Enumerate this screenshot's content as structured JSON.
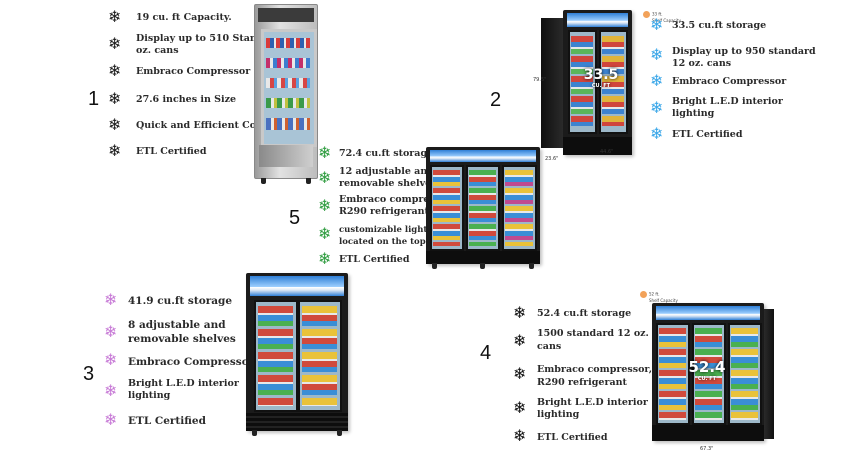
{
  "products": [
    {
      "number": "1",
      "color": "#1a1a1a",
      "features": [
        "19 cu. ft Capacity.",
        "Display up to 510 Standard 12",
        "oz. cans",
        "Embraco Compressor",
        "27.6 inches in Size",
        "Quick and Efficient Cooling",
        "ETL Certified"
      ]
    },
    {
      "number": "2",
      "color": "#39a6e8",
      "capacity_label": "33.5",
      "capacity_unit": "CU. FT",
      "badge": [
        "33 ft.",
        "Shelf Capacity"
      ],
      "dims": [
        "79.5\"",
        "23.6\"",
        "44.6\""
      ],
      "features": [
        "33.5 cu.ft storage",
        "Display up to 950 standard",
        "12 oz. cans",
        "Embraco Compressor",
        "Bright L.E.D interior",
        "lighting",
        "ETL Certified"
      ]
    },
    {
      "number": "3",
      "color": "#c77ad6",
      "features": [
        "41.9 cu.ft storage",
        "8 adjustable and",
        "removable shelves",
        "Embraco Compressor",
        "Bright L.E.D interior",
        "lighting",
        "ETL Certified"
      ]
    },
    {
      "number": "4",
      "color": "#111111",
      "capacity_label": "52.4",
      "capacity_unit": "CU. FT",
      "badge": [
        "52 ft.",
        "Shelf Capacity"
      ],
      "dims": [
        "67.3\""
      ],
      "features": [
        "52.4 cu.ft storage",
        "1500 standard 12 oz.",
        "cans",
        "Embraco compressor,",
        "R290 refrigerant",
        "Bright L.E.D interior",
        "lighting",
        "ETL Certified"
      ]
    },
    {
      "number": "5",
      "color": "#2e9c3f",
      "features": [
        "72.4 cu.ft storage",
        "12 adjustable and",
        "removable shelves",
        "Embraco compressor,",
        "R290 refrigerant",
        "customizable lightbox",
        "located on the top",
        "ETL Certified"
      ]
    }
  ]
}
